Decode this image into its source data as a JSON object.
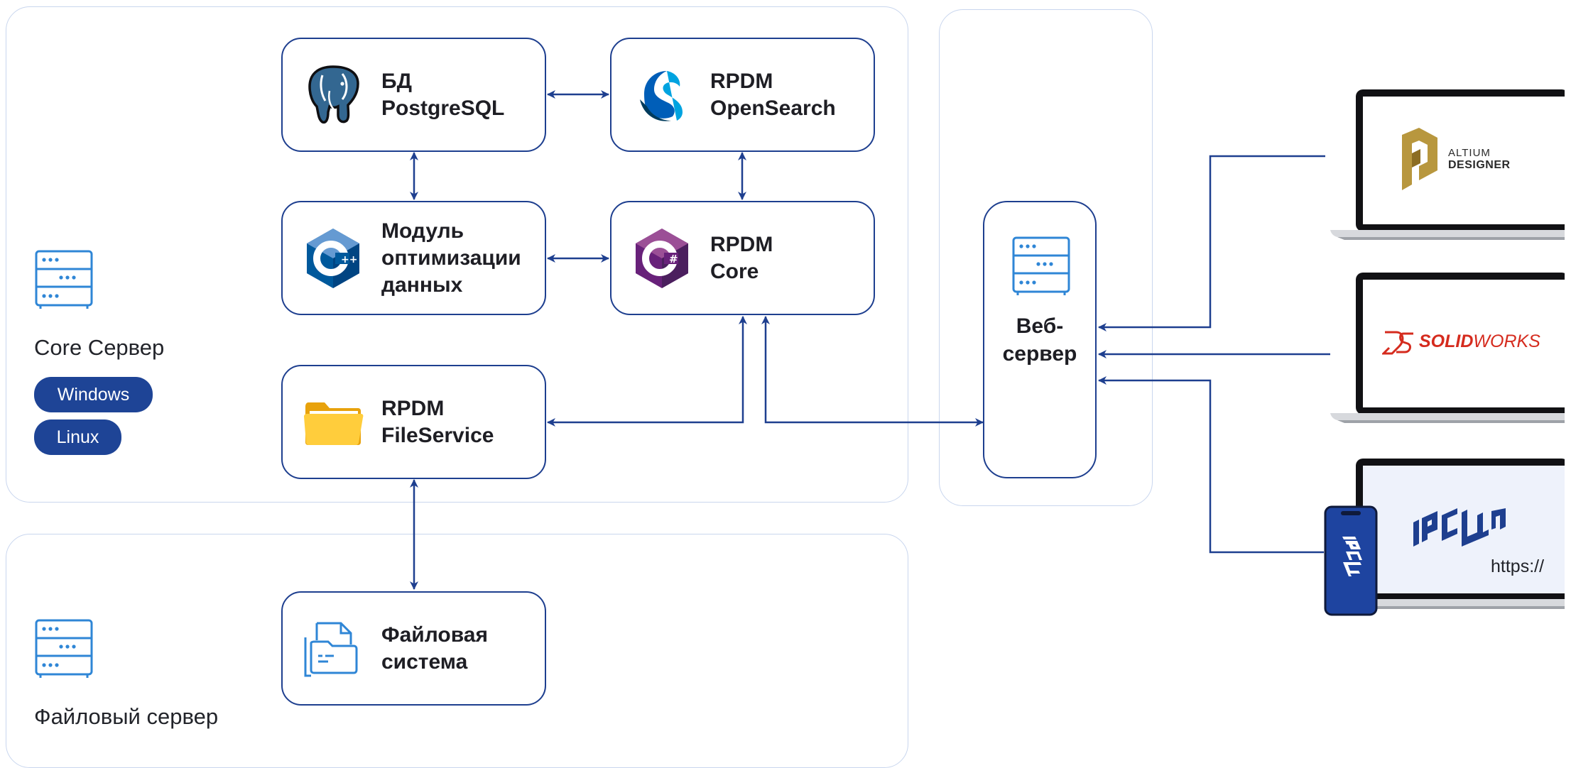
{
  "zones": {
    "core_server": {
      "label": "Core Сервер",
      "os_badges": [
        "Windows",
        "Linux"
      ]
    },
    "file_server": {
      "label": "Файловый сервер"
    }
  },
  "nodes": {
    "postgresql": {
      "line1": "БД",
      "line2": "PostgreSQL",
      "icon": "postgresql-elephant-icon"
    },
    "opensearch": {
      "line1": "RPDM",
      "line2": "OpenSearch",
      "icon": "opensearch-icon"
    },
    "optimization": {
      "line1": "Модуль",
      "line2": "оптимизации",
      "line3": "данных",
      "icon": "cpp-icon"
    },
    "core": {
      "line1": "RPDM",
      "line2": "Core",
      "icon": "csharp-icon"
    },
    "fileservice": {
      "line1": "RPDM",
      "line2": "FileService",
      "icon": "folder-icon"
    },
    "filesystem": {
      "line1": "Файловая",
      "line2": "система",
      "icon": "file-system-icon"
    },
    "webserver": {
      "line1": "Веб-",
      "line2": "сервер",
      "icon": "server-icon"
    }
  },
  "clients": {
    "altium": {
      "top": "ALTIUM",
      "bottom": "DESIGNER"
    },
    "solidworks": {
      "prefix": "SOLID",
      "suffix": "WORKS"
    },
    "web": {
      "url_hint": "https://",
      "brand": "rpdm-logo"
    }
  },
  "colors": {
    "accent": "#1e3f8f",
    "badge": "#1e4496",
    "zone_border": "#c9d6ee",
    "solidworks_red": "#d52b1e",
    "altium_gold": "#b8973e"
  }
}
